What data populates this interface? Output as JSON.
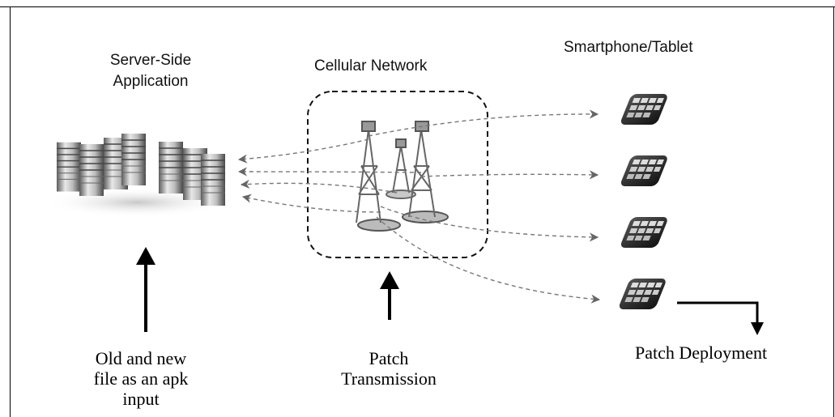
{
  "labels": {
    "server": [
      "Server-Side",
      "Application"
    ],
    "network": "Cellular Network",
    "devices": "Smartphone/Tablet"
  },
  "captions": {
    "input": [
      "Old and new",
      "file as an apk",
      "input"
    ],
    "transmission": [
      "Patch",
      "Transmission"
    ],
    "deployment": "Patch Deployment"
  },
  "icons": {
    "server": "server-rack-icon",
    "tower": "cell-tower-icon",
    "device": "smartphone-icon"
  },
  "colors": {
    "stroke": "#000000",
    "dashed_arrow": "#777777",
    "text": "#111111"
  }
}
